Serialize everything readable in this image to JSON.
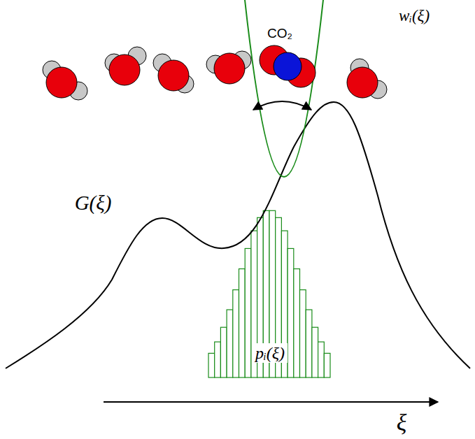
{
  "diagram": {
    "labels": [
      "CO₂",
      "wᵢ(ξ)",
      "G(ξ)",
      "pᵢ(ξ)",
      "ξ"
    ]
  }
}
